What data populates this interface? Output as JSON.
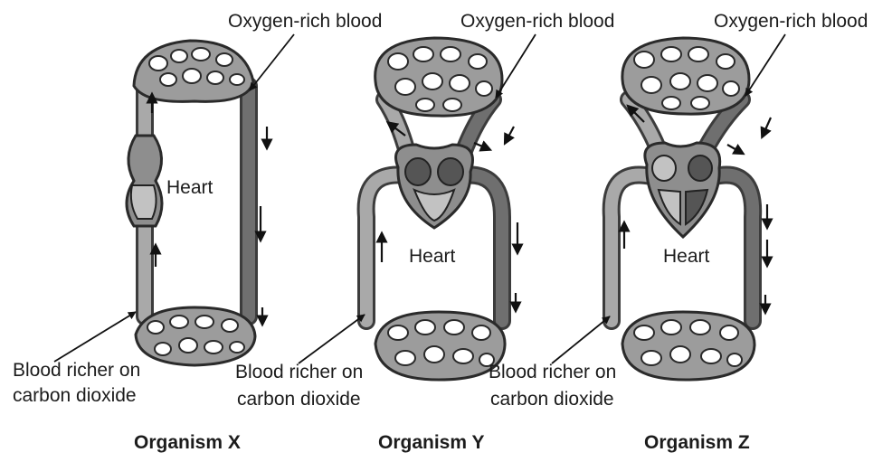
{
  "labels": {
    "oxygen_rich": "Oxygen-rich blood",
    "co2_line1": "Blood richer on",
    "co2_line2": "carbon dioxide",
    "heart": "Heart"
  },
  "organisms": [
    {
      "name": "Organism X"
    },
    {
      "name": "Organism Y"
    },
    {
      "name": "Organism Z"
    }
  ]
}
